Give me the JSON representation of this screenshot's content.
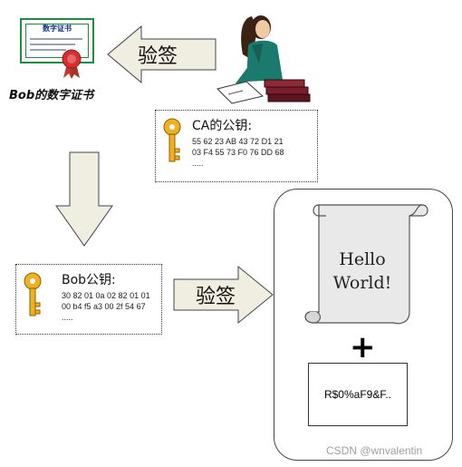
{
  "certificate": {
    "title": "数字证书",
    "caption": "Bob的数字证书"
  },
  "ca_key": {
    "title": "CA的公钥:",
    "lines": [
      "55 62 23 AB 43 72 D1 21",
      "03 F4 55 73 F0 76 DD 68",
      "....."
    ]
  },
  "bob_key": {
    "title": "Bob公钥:",
    "lines": [
      "30 82 01 0a 02 82 01 01",
      "00 b4 f5 a3 00 2f 54 67",
      "....."
    ]
  },
  "arrows": {
    "top_label": "验签",
    "middle_label": "验签"
  },
  "message": {
    "line1": "Hello",
    "line2": "World!",
    "plus": "+",
    "signature": "R$0%aF9&F.."
  },
  "watermark": "CSDN @wnvalentin",
  "colors": {
    "arrow_fill": "#efeee0",
    "key_gold": "#f0b020",
    "cert_border": "#1d8f3a"
  }
}
